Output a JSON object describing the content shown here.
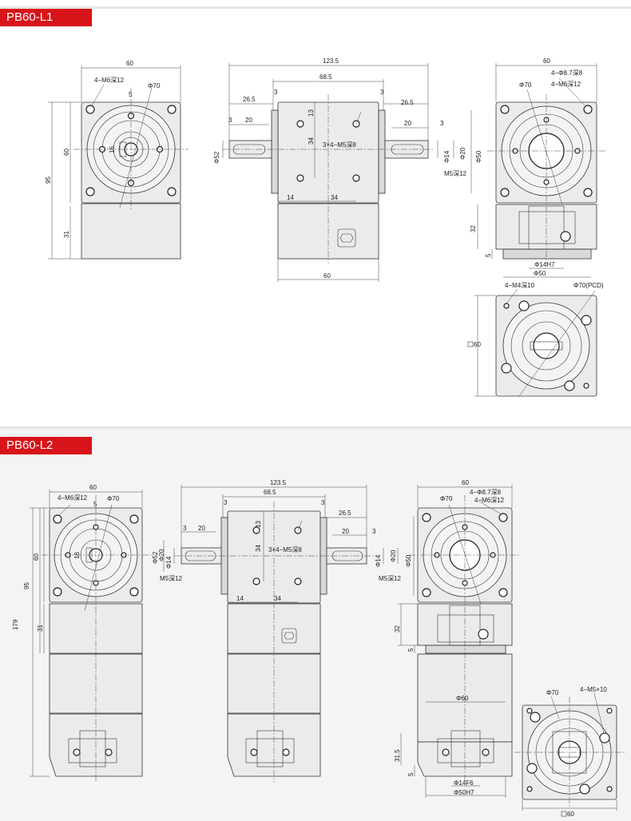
{
  "sections": [
    {
      "title": "PB60-L1"
    },
    {
      "title": "PB60-L2"
    }
  ],
  "l1": {
    "front": {
      "w60": "60",
      "m6": "4−M6深12",
      "d70": "Φ70",
      "c5": "5",
      "c16": "16",
      "h60": "60",
      "h95": "95",
      "h31": "31"
    },
    "side": {
      "len1235": "123.5",
      "len685": "68.5",
      "l265a": "26.5",
      "l265b": "26.5",
      "t3a": "3",
      "t3b": "3",
      "t3c": "3",
      "t3d": "3",
      "t20a": "20",
      "t20b": "20",
      "t13": "13",
      "t34v": "34",
      "m5x4": "3×4−M5深8",
      "d52": "Φ52",
      "d14": "Φ14",
      "d20": "Φ20",
      "d50": "Φ50",
      "m5": "M5深12",
      "t14": "14",
      "t34h": "34",
      "w60": "60"
    },
    "rear": {
      "w60": "60",
      "d87": "4−Φ8.7深8",
      "m6": "4−M6深12",
      "d70": "Φ70",
      "h32": "32",
      "h5": "5",
      "d14h7": "Φ14H7",
      "d50": "Φ50"
    },
    "bottom": {
      "m4": "4−M4深10",
      "pcd": "Φ70(PCD)",
      "sq60": "60"
    }
  },
  "l2": {
    "front": {
      "w60": "60",
      "m6": "4−M6深12",
      "d70": "Φ70",
      "c5": "5",
      "c16": "16",
      "h60": "60",
      "h95": "95",
      "h31": "31",
      "h179": "179"
    },
    "side": {
      "len1235": "123.5",
      "len685": "68.5",
      "l265": "26.5",
      "t3a": "3",
      "t3b": "3",
      "t3c": "3",
      "t3d": "3",
      "t20a": "20",
      "t20b": "20",
      "t13": "13",
      "t34v": "34",
      "m5x4": "3×4−M5深8",
      "d52": "Φ52",
      "d20a": "Φ20",
      "d14a": "Φ14",
      "m5a": "M5深12",
      "d14b": "Φ14",
      "d20b": "Φ20",
      "d50": "Φ50",
      "m5b": "M5深12",
      "t14": "14",
      "t34h": "34"
    },
    "rear": {
      "w60": "60",
      "d87": "4−Φ8.7深8",
      "m6": "4−M6深12",
      "d70": "Φ70",
      "h32": "32",
      "h5a": "5",
      "d60": "Φ60",
      "h315": "31.5",
      "h5b": "5",
      "d14f6": "Φ14F6",
      "d50h7": "Φ50H7"
    },
    "bottom": {
      "d70": "Φ70",
      "m5": "4−M5×10",
      "sq60": "60"
    }
  },
  "colors": {
    "tag": "#d7141a",
    "band": "#f4f4f4",
    "body": "#ebebeb"
  }
}
